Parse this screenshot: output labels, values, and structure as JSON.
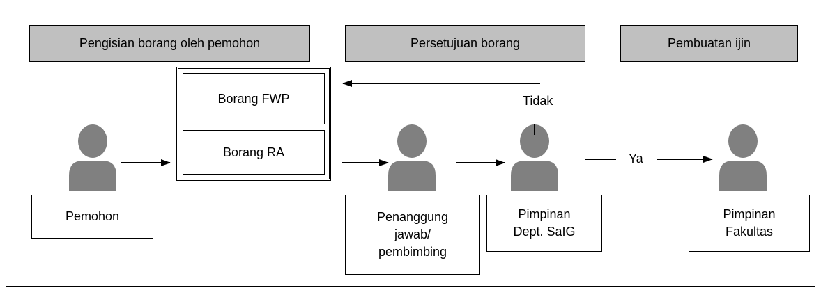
{
  "phases": {
    "filling": "Pengisian borang oleh pemohon",
    "approval": "Persetujuan borang",
    "permit": "Pembuatan ijin"
  },
  "documents": {
    "fwp": "Borang FWP",
    "ra": "Borang RA"
  },
  "actors": {
    "applicant": "Pemohon",
    "supervisor": "Penanggung\njawab/\npembimbing",
    "dept_head": "Pimpinan\nDept. SaIG",
    "faculty_head": "Pimpinan\nFakultas"
  },
  "decisions": {
    "no": "Tidak",
    "yes": "Ya"
  },
  "colors": {
    "phase_fill": "#c0c0c0",
    "person_icon": "#808080",
    "line": "#000000"
  },
  "icons": [
    "person-icon",
    "arrow-icon"
  ]
}
